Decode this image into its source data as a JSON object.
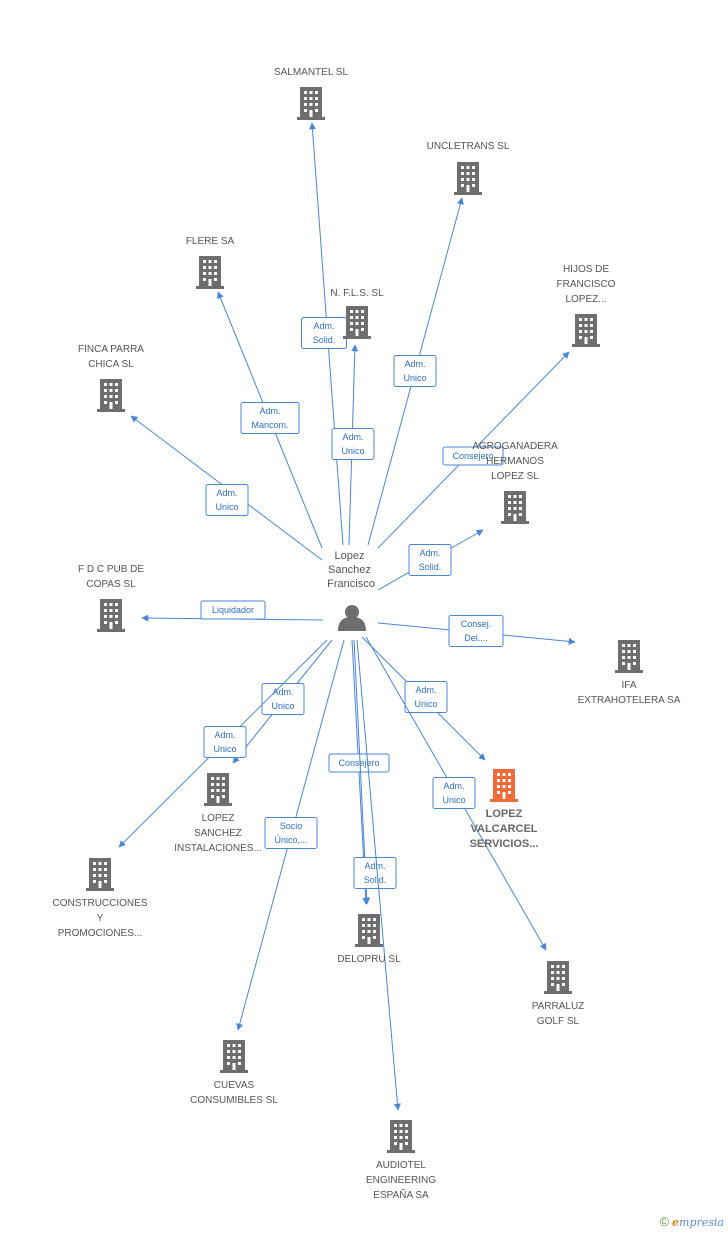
{
  "center": {
    "label": [
      "Lopez",
      "Sanchez",
      "Francisco"
    ]
  },
  "colors": {
    "edge": "#4a86d8",
    "building": "#6e6e6e",
    "highlight": "#f26a3a"
  },
  "nodes": [
    {
      "id": "salmantel",
      "label": [
        "SALMANTEL SL"
      ]
    },
    {
      "id": "uncletrans",
      "label": [
        "UNCLETRANS SL"
      ]
    },
    {
      "id": "flere",
      "label": [
        "FLERE SA"
      ]
    },
    {
      "id": "nfls",
      "label": [
        "N. F.L.S. SL"
      ]
    },
    {
      "id": "hijos",
      "label": [
        "HIJOS DE",
        "FRANCISCO",
        "LOPEZ..."
      ]
    },
    {
      "id": "finca",
      "label": [
        "FINCA PARRA",
        "CHICA SL"
      ]
    },
    {
      "id": "agroganadera",
      "label": [
        "AGROGANADERA",
        "HERMANOS",
        "LOPEZ SL"
      ]
    },
    {
      "id": "fdc",
      "label": [
        "F D C PUB DE",
        "COPAS SL"
      ]
    },
    {
      "id": "ifa",
      "label": [
        "IFA",
        "EXTRAHOTELERA SA"
      ]
    },
    {
      "id": "lsinst",
      "label": [
        "LOPEZ",
        "SANCHEZ",
        "INSTALACIONES..."
      ]
    },
    {
      "id": "lvs",
      "label": [
        "LOPEZ",
        "VALCARCEL",
        "SERVICIOS..."
      ],
      "highlight": true
    },
    {
      "id": "construcciones",
      "label": [
        "CONSTRUCCIONES",
        "Y",
        "PROMOCIONES..."
      ]
    },
    {
      "id": "delopru",
      "label": [
        "DELOPRU SL"
      ]
    },
    {
      "id": "parraluz",
      "label": [
        "PARRALUZ",
        "GOLF SL"
      ]
    },
    {
      "id": "cuevas",
      "label": [
        "CUEVAS",
        "CONSUMIBLES SL"
      ]
    },
    {
      "id": "audiotel",
      "label": [
        "AUDIOTEL",
        "ENGINEERING",
        "ESPAÑA SA"
      ]
    }
  ],
  "edges": [
    {
      "target": "salmantel",
      "label": [
        "Adm.",
        "Solid."
      ]
    },
    {
      "target": "uncletrans",
      "label": [
        "Adm.",
        "Unico"
      ]
    },
    {
      "target": "flere",
      "label": [
        "Adm.",
        "Mancom."
      ]
    },
    {
      "target": "nfls",
      "label": [
        "Adm.",
        "Unico"
      ]
    },
    {
      "target": "hijos",
      "label": [
        "Consejero"
      ]
    },
    {
      "target": "finca",
      "label": [
        "Adm.",
        "Unico"
      ]
    },
    {
      "target": "agroganadera",
      "label": [
        "Adm.",
        "Solid."
      ]
    },
    {
      "target": "fdc",
      "label": [
        "Liquidador"
      ]
    },
    {
      "target": "ifa",
      "label": [
        "Consej.",
        "Del...."
      ]
    },
    {
      "target": "lsinst",
      "label": [
        "Adm.",
        "Unico"
      ]
    },
    {
      "target": "construcciones",
      "label": [
        "Adm.",
        "Unico"
      ]
    },
    {
      "target": "lvs",
      "label": [
        "Adm.",
        "Unico"
      ]
    },
    {
      "target": "parraluz",
      "label": [
        "Adm.",
        "Unico"
      ]
    },
    {
      "target": "delopru",
      "label": [
        "Consejero"
      ]
    },
    {
      "target": "delopru",
      "label": [
        "Adm.",
        "Solid."
      ]
    },
    {
      "target": "cuevas",
      "label": [
        "Socio",
        "Único,..."
      ]
    },
    {
      "target": "audiotel",
      "label": []
    }
  ],
  "footer": {
    "copyright": "©",
    "brand_initial": "e",
    "brand_rest": "mpresia"
  }
}
